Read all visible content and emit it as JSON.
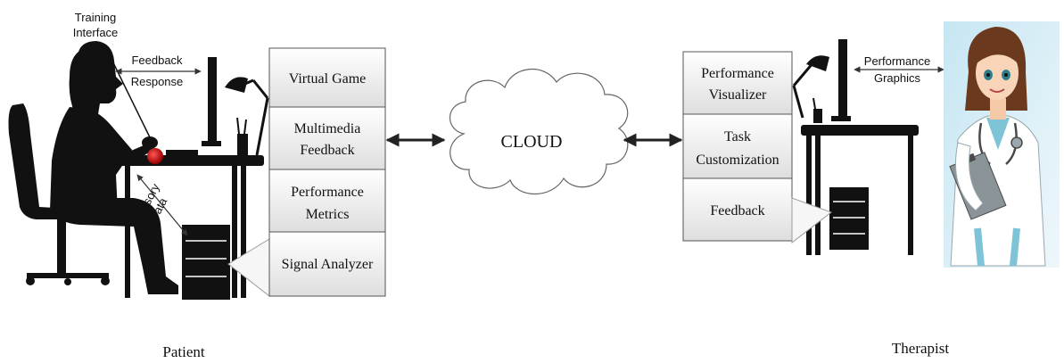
{
  "patient": {
    "label": "Patient",
    "annotations": {
      "training_line1": "Training",
      "training_line2": "Interface",
      "feedback_line1": "Feedback",
      "feedback_line2": "Response",
      "sensory_line1": "Sensory",
      "sensory_line2": "Data"
    },
    "modules": {
      "virtual_game": "Virtual Game",
      "multimedia_line1": "Multimedia",
      "multimedia_line2": "Feedback",
      "performance_line1": "Performance",
      "performance_line2": "Metrics",
      "signal_analyzer": "Signal Analyzer"
    }
  },
  "cloud": {
    "label": "CLOUD"
  },
  "therapist": {
    "label": "Therapist",
    "annotations": {
      "graphics_line1": "Performance",
      "graphics_line2": "Graphics"
    },
    "modules": {
      "visualizer_line1": "Performance",
      "visualizer_line2": "Visualizer",
      "task_line1": "Task",
      "task_line2": "Customization",
      "feedback": "Feedback"
    }
  },
  "colors": {
    "silhouette": "#111111",
    "box_fill_light": "#ffffff",
    "box_fill_dark": "#dedede",
    "box_stroke": "#555555",
    "red_ball": "#cc0000",
    "scrubs": "#7ec4d6",
    "background_panel": "#d6ecf5"
  }
}
